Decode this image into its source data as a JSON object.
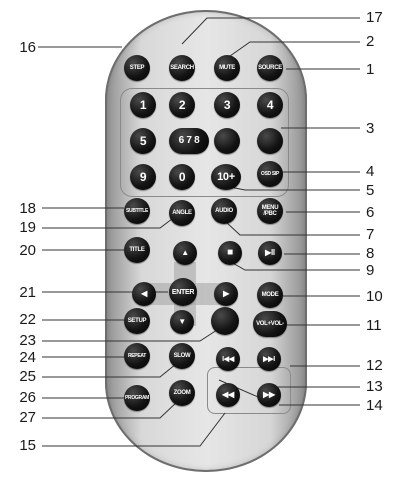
{
  "buttons": {
    "step": "STEP",
    "search": "SEARCH",
    "mute": "MUTE",
    "source": "SOURCE",
    "n1": "1",
    "n2": "2",
    "n3": "3",
    "n4": "4",
    "n5": "5",
    "n6": "6 7 8",
    "n9": "9",
    "n0": "0",
    "n10plus": "10+",
    "osd": "OSD SIP",
    "subtitle": "SUBTITLE",
    "angle": "ANGLE",
    "audio": "AUDIO",
    "menu_pbc": "MENU /PBC",
    "title": "TITLE",
    "up": "▲",
    "stop": "■",
    "play_pause": "▶ll",
    "left": "◀",
    "enter": "ENTER",
    "right": "▶",
    "mode": "MODE",
    "setup": "SETUP",
    "down": "▼",
    "vol": "VOL+VOL-",
    "repeat": "REPEAT",
    "slow": "SLOW",
    "prev": "I◀◀",
    "next": "▶▶I",
    "program": "PROGRAM",
    "zoom": "ZOOM",
    "rewind": "◀◀",
    "forward": "▶▶"
  },
  "callouts": {
    "c1": "1",
    "c2": "2",
    "c3": "3",
    "c4": "4",
    "c5": "5",
    "c6": "6",
    "c7": "7",
    "c8": "8",
    "c9": "9",
    "c10": "10",
    "c11": "11",
    "c12": "12",
    "c13": "13",
    "c14": "14",
    "c15": "15",
    "c16": "16",
    "c17": "17",
    "c18": "18",
    "c19": "19",
    "c20": "20",
    "c21": "21",
    "c22": "22",
    "c23": "23",
    "c24": "24",
    "c25": "25",
    "c26": "26",
    "c27": "27"
  }
}
